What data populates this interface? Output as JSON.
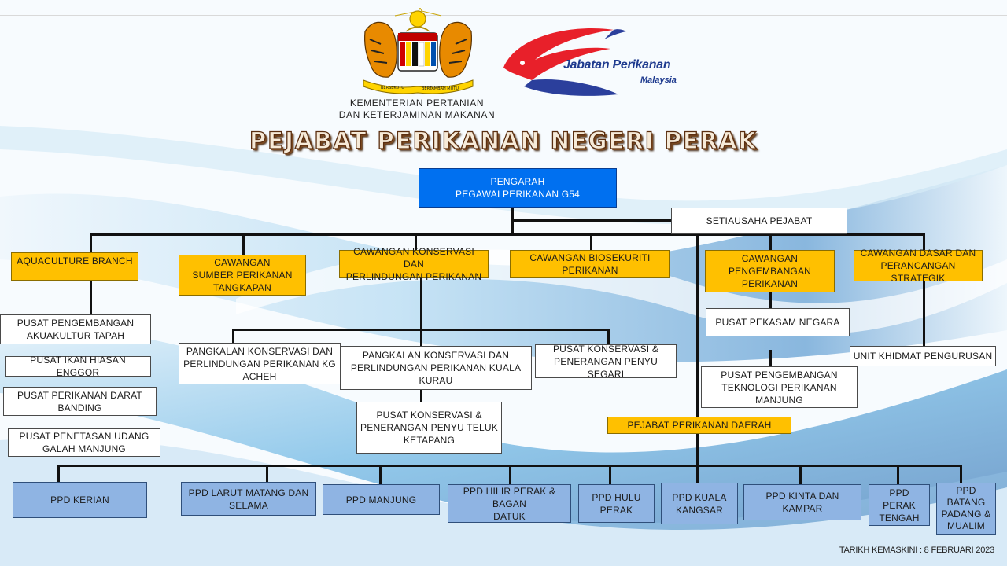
{
  "header": {
    "ministry_name": "KEMENTERIAN  PERTANIAN\nDAN KETERJAMINAN  MAKANAN",
    "agency_name": "Jabatan Perikanan",
    "agency_country": "Malaysia",
    "coat_motto_left": "BERSEKUTU",
    "coat_motto_right": "BERTAMBAH MUTU",
    "title": "PEJABAT PERIKANAN NEGERI PERAK"
  },
  "chart": {
    "director": "PENGARAH\nPEGAWAI PERIKANAN G54",
    "secretary": "SETIAUSAHA PEJABAT",
    "branches": {
      "aquaculture": "AQUACULTURE BRANCH",
      "sumber": "CAWANGAN\nSUMBER PERIKANAN\nTANGKAPAN",
      "konservasi": "CAWANGAN KONSERVASI DAN\nPERLINDUNGAN PERIKANAN",
      "biosekuriti": "CAWANGAN BIOSEKURITI\nPERIKANAN",
      "pengembangan": "CAWANGAN\nPENGEMBANGAN\nPERIKANAN",
      "dasar": "CAWANGAN DASAR DAN\nPERANCANGAN STRATEGIK"
    },
    "aquaculture_units": [
      "PUSAT PENGEMBANGAN\nAKUAKULTUR TAPAH",
      "PUSAT IKAN HIASAN ENGGOR",
      "PUSAT PERIKANAN DARAT\nBANDING",
      "PUSAT PENETASAN UDANG\nGALAH MANJUNG"
    ],
    "konservasi_units": [
      "PANGKALAN KONSERVASI DAN\nPERLINDUNGAN PERIKANAN KG\nACHEH",
      "PANGKALAN KONSERVASI DAN\nPERLINDUNGAN PERIKANAN KUALA\nKURAU",
      "PUSAT KONSERVASI &\nPENERANGAN PENYU SEGARI",
      "PUSAT KONSERVASI &\nPENERANGAN PENYU TELUK\nKETAPANG"
    ],
    "pengembangan_units": [
      "PUSAT PEKASAM NEGARA",
      "PUSAT PENGEMBANGAN\nTEKNOLOGI PERIKANAN\nMANJUNG"
    ],
    "dasar_units": [
      "UNIT KHIDMAT PENGURUSAN"
    ],
    "district_office": "PEJABAT PERIKANAN DAERAH",
    "districts": [
      "PPD KERIAN",
      "PPD LARUT MATANG DAN\nSELAMA",
      "PPD MANJUNG",
      "PPD HILIR PERAK & BAGAN\nDATUK",
      "PPD HULU\nPERAK",
      "PPD KUALA\nKANGSAR",
      "PPD KINTA DAN KAMPAR",
      "PPD PERAK\nTENGAH",
      "PPD\nBATANG\nPADANG &\nMUALIM"
    ]
  },
  "footer": {
    "updated": "TARIKH KEMASKINI : 8 FEBRUARI 2023"
  },
  "colors": {
    "director": "#0070f0",
    "branch": "#ffc000",
    "district": "#8fb4e3",
    "unit": "#ffffff",
    "title_outline": "#5a2e10"
  }
}
